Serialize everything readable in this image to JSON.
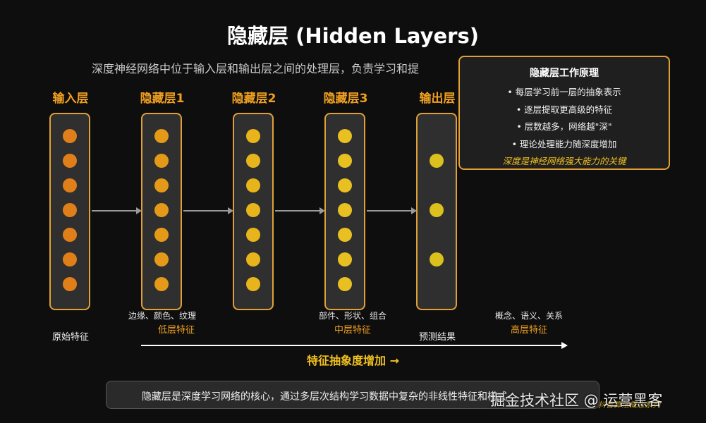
{
  "title": "隐藏层 (Hidden Layers)",
  "subtitle": "深度神经网络中位于输入层和输出层之间的处理层，负责学习和提",
  "layers": [
    {
      "label": "输入层",
      "neurons": 7,
      "color": "#e07f1a"
    },
    {
      "label": "隐藏层1",
      "neurons": 7,
      "color": "#e49a18"
    },
    {
      "label": "隐藏层2",
      "neurons": 7,
      "color": "#e8b41c"
    },
    {
      "label": "隐藏层3",
      "neurons": 7,
      "color": "#e8c022"
    },
    {
      "label": "输出层",
      "neurons": 3,
      "color": "#dcc01c"
    }
  ],
  "notes": {
    "input_caption": "原始特征",
    "low_examples": "边缘、颜色、纹理",
    "low_label": "低层特征",
    "mid_examples": "部件、形状、组合",
    "mid_label": "中层特征",
    "output_caption": "预测结果",
    "high_examples": "概念、语义、关系",
    "high_label": "高层特征"
  },
  "trend": "特征抽象度增加 →",
  "info_box": {
    "title": "隐藏层工作原理",
    "items": [
      "每层学习前一层的抽象表示",
      "逐层提取更高级的特征",
      "层数越多，网络越\"深\"",
      "理论处理能力随深度增加"
    ],
    "footer": "深度是神经网络强大能力的关键"
  },
  "bottom_text": "隐藏层是深度学习网络的核心，通过多层次结构学习数据中复杂的非线性特征和模式",
  "watermark": "掘金技术社区 @ 运营黑客",
  "watermark_sub": "抖音算法概念系列",
  "colors": {
    "accent": "#e0a036",
    "highlight": "#f0c020",
    "background": "#0e0e0e"
  }
}
